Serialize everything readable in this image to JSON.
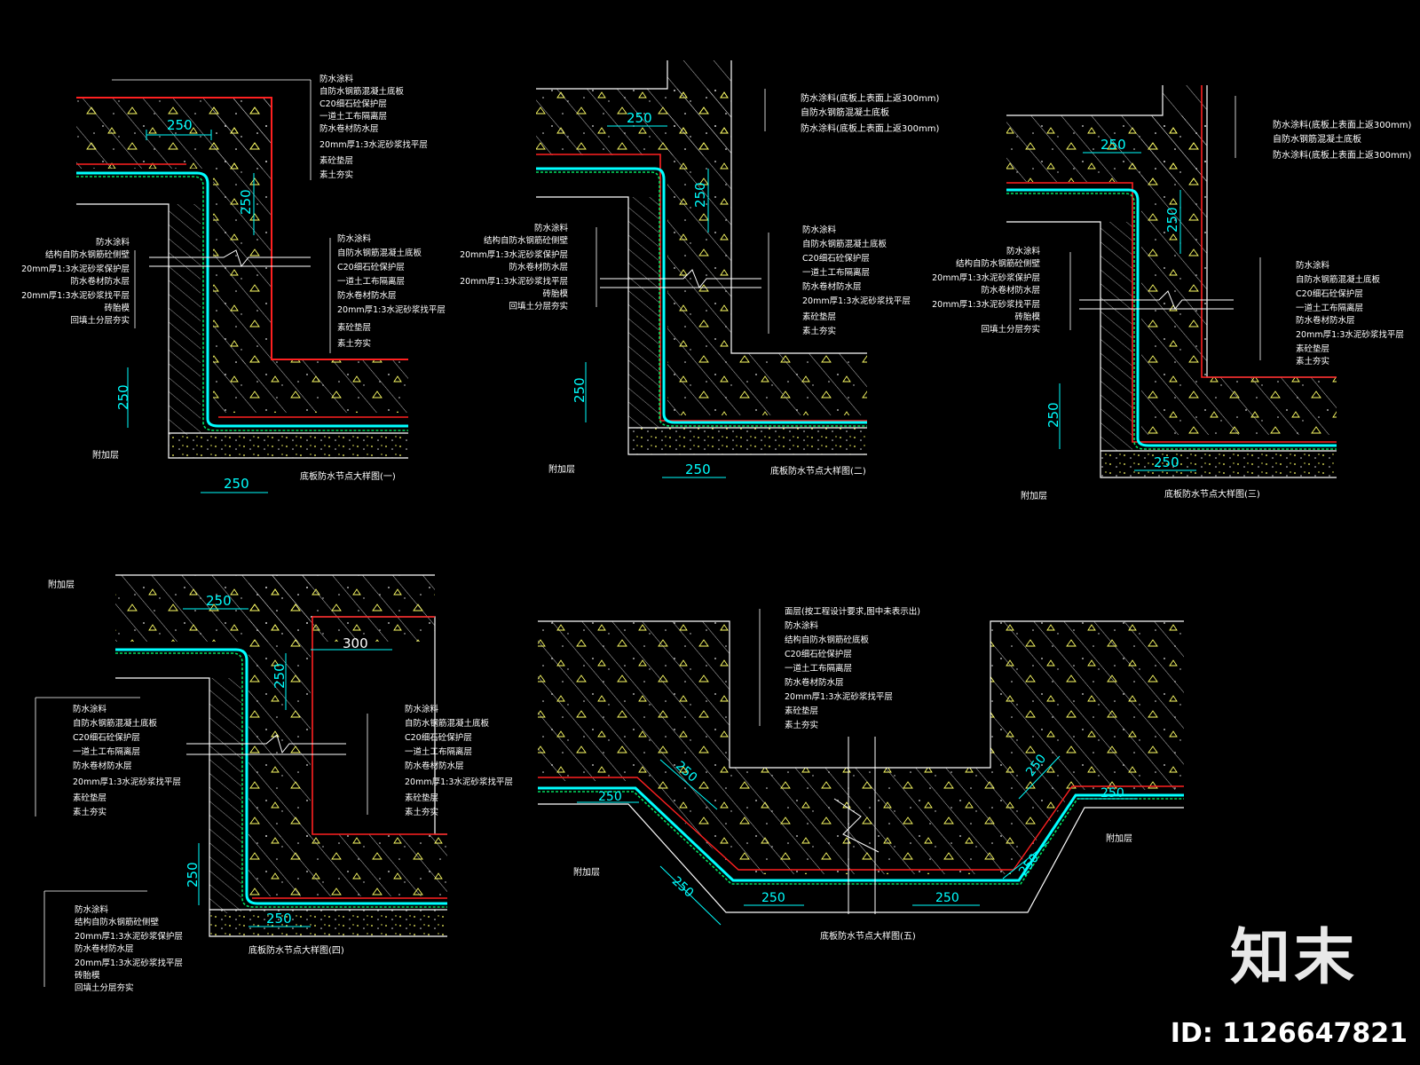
{
  "colors": {
    "background": "#000000",
    "white": "#ffffff",
    "red": "#ff2020",
    "cyan": "#00ffff",
    "green": "#00e060",
    "concrete": "#ffff60",
    "label": "#ffffff"
  },
  "detail1": {
    "caption": "底板防水节点大样图(一)",
    "dims": {
      "d_top": "250",
      "d_vert": "250",
      "d_side": "250",
      "d_bottom": "250"
    },
    "labels_top": [
      "防水涂料",
      "自防水钢筋混凝土底板",
      "C20细石砼保护层",
      "一道土工布隔离层",
      "防水卷材防水层",
      "20mm厚1:3水泥砂浆找平层",
      "素砼垫层",
      "素土夯实"
    ],
    "labels_left": [
      "防水涂料",
      "结构自防水钢筋砼侧壁",
      "20mm厚1:3水泥砂浆保护层",
      "防水卷材防水层",
      "20mm厚1:3水泥砂浆找平层",
      "砖胎模",
      "回填土分层夯实"
    ],
    "labels_right": [
      "防水涂料",
      "自防水钢筋混凝土底板",
      "C20细石砼保护层",
      "一道土工布隔离层",
      "防水卷材防水层",
      "20mm厚1:3水泥砂浆找平层",
      "素砼垫层",
      "素土夯实"
    ],
    "extra": "附加层"
  },
  "detail2": {
    "caption": "底板防水节点大样图(二)",
    "dims": {
      "d_top": "250",
      "d_vert": "250",
      "d_side": "250",
      "d_bottom": "250"
    },
    "labels_top": [
      "防水涂料(底板上表面上返300mm)",
      "自防水钢筋混凝土底板",
      "防水涂料(底板上表面上返300mm)"
    ],
    "labels_left": [
      "防水涂料",
      "结构自防水钢筋砼侧壁",
      "20mm厚1:3水泥砂浆保护层",
      "防水卷材防水层",
      "20mm厚1:3水泥砂浆找平层",
      "砖胎模",
      "回填土分层夯实"
    ],
    "labels_right": [
      "防水涂料",
      "自防水钢筋混凝土底板",
      "C20细石砼保护层",
      "一道土工布隔离层",
      "防水卷材防水层",
      "20mm厚1:3水泥砂浆找平层",
      "素砼垫层",
      "素土夯实"
    ],
    "extra": "附加层"
  },
  "detail3": {
    "caption": "底板防水节点大样图(三)",
    "dims": {
      "d_top": "250",
      "d_vert": "250",
      "d_side": "250",
      "d_bottom": "250"
    },
    "labels_top": [
      "防水涂料(底板上表面上返300mm)",
      "自防水钢筋混凝土底板",
      "防水涂料(底板上表面上返300mm)"
    ],
    "labels_left": [
      "防水涂料",
      "结构自防水钢筋砼侧壁",
      "20mm厚1:3水泥砂浆保护层",
      "防水卷材防水层",
      "20mm厚1:3水泥砂浆找平层",
      "砖胎模",
      "回填土分层夯实"
    ],
    "labels_right": [
      "防水涂料",
      "自防水钢筋混凝土底板",
      "C20细石砼保护层",
      "一道土工布隔离层",
      "防水卷材防水层",
      "20mm厚1:3水泥砂浆找平层",
      "素砼垫层",
      "素土夯实"
    ],
    "extra": "附加层"
  },
  "detail4": {
    "caption": "底板防水节点大样图(四)",
    "dims": {
      "d_top": "250",
      "d_300": "300",
      "d_vert": "250",
      "d_side": "250",
      "d_bottom": "250"
    },
    "extra": "附加层",
    "labels_left_top": [
      "防水涂料",
      "自防水钢筋混凝土底板",
      "C20细石砼保护层",
      "一道土工布隔离层",
      "防水卷材防水层",
      "20mm厚1:3水泥砂浆找平层",
      "素砼垫层",
      "素土夯实"
    ],
    "labels_right": [
      "防水涂料",
      "自防水钢筋混凝土底板",
      "C20细石砼保护层",
      "一道土工布隔离层",
      "防水卷材防水层",
      "20mm厚1:3水泥砂浆找平层",
      "素砼垫层",
      "素土夯实"
    ],
    "labels_left_bottom": [
      "防水涂料",
      "结构自防水钢筋砼侧壁",
      "20mm厚1:3水泥砂浆保护层",
      "防水卷材防水层",
      "20mm厚1:3水泥砂浆找平层",
      "砖胎模",
      "回填土分层夯实"
    ]
  },
  "detail5": {
    "caption": "底板防水节点大样图(五)",
    "dims": [
      "250",
      "250",
      "250",
      "250",
      "250",
      "250",
      "250",
      "250"
    ],
    "labels_top": [
      "面层(按工程设计要求,图中未表示出)",
      "防水涂料",
      "结构自防水钢筋砼底板",
      "C20细石砼保护层",
      "一道土工布隔离层",
      "防水卷材防水层",
      "20mm厚1:3水泥砂浆找平层",
      "素砼垫层",
      "素土夯实"
    ],
    "extra_left": "附加层",
    "extra_right": "附加层"
  },
  "watermark": {
    "logo": "知末",
    "id_text": "ID: 1126647821"
  }
}
